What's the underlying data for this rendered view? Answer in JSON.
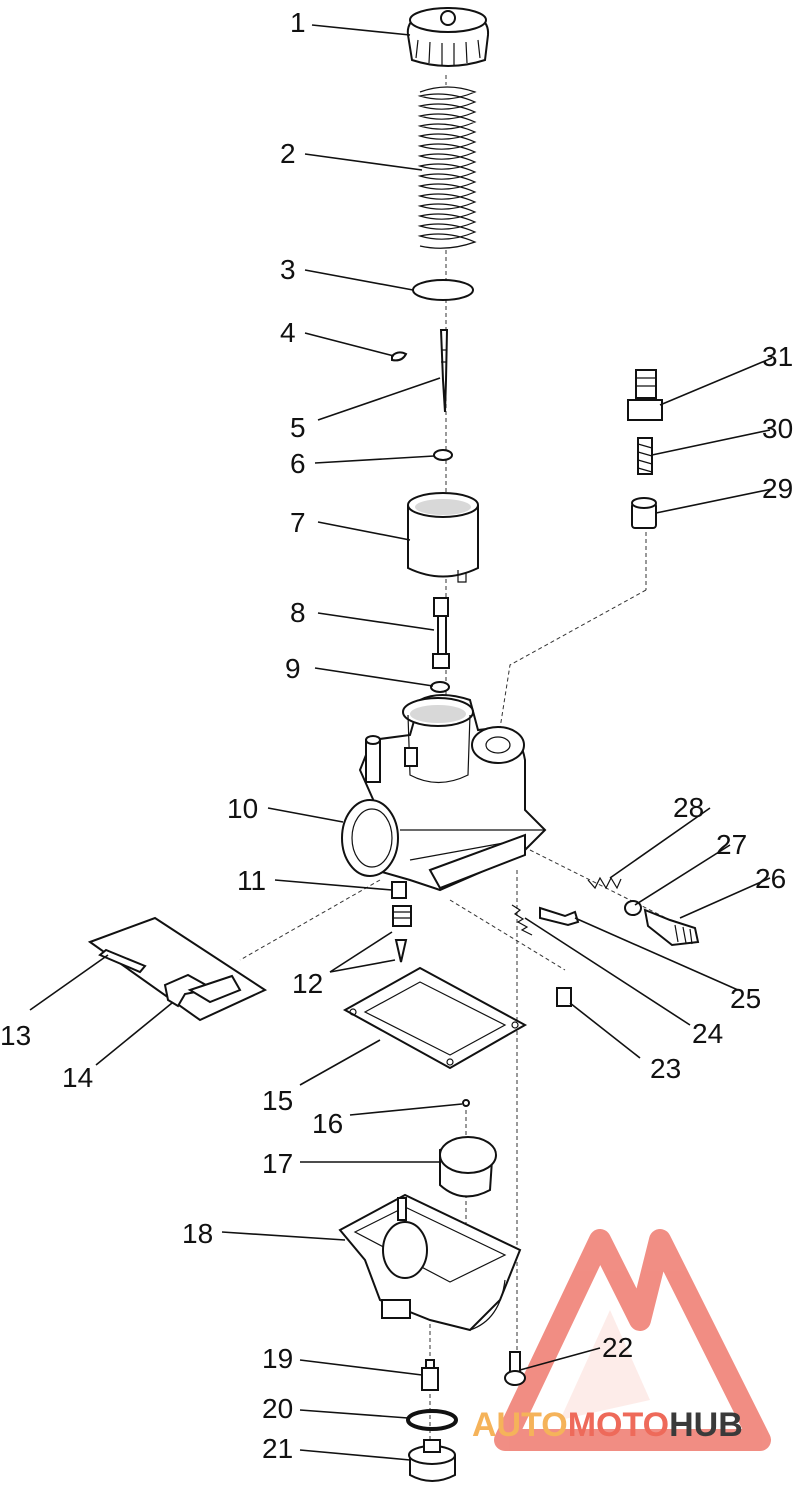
{
  "callouts": [
    "1",
    "2",
    "3",
    "4",
    "5",
    "6",
    "7",
    "8",
    "9",
    "10",
    "11",
    "12",
    "13",
    "14",
    "15",
    "16",
    "17",
    "18",
    "19",
    "20",
    "21",
    "22",
    "23",
    "24",
    "25",
    "26",
    "27",
    "28",
    "29",
    "30",
    "31"
  ],
  "watermark": {
    "part_a": "AUTO",
    "part_b": "MOTO",
    "part_c": "HUB",
    "color_a": "#f5b35a",
    "color_b": "#ee6a5a",
    "color_c": "#3a3a3a",
    "logo_color": "#ef7a6e"
  }
}
